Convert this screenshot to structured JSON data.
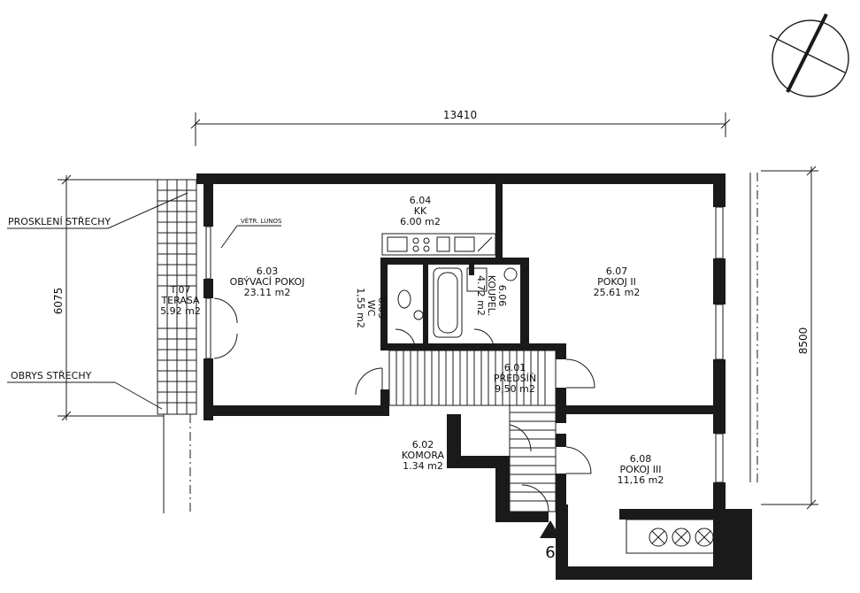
{
  "dimensions": {
    "width_total": "13410",
    "depth_right": "8500",
    "depth_left": "6075"
  },
  "annotations": {
    "roof_glazing": "PROSKLENÍ STŘECHY",
    "roof_outline": "OBRYS STŘECHY",
    "vent_skylight": "VĚTR. LUNOS"
  },
  "rooms": {
    "kk": {
      "number": "6.04",
      "name": "KK",
      "area": "6.00 m2"
    },
    "living": {
      "number": "6.03",
      "name": "OBÝVACÍ POKOJ",
      "area": "23.11 m2"
    },
    "terrace": {
      "number": "T.07",
      "name": "TERASA",
      "area": "5.92 m2"
    },
    "wc": {
      "number": "6.05",
      "name": "WC",
      "area": "1,55 m2"
    },
    "bath": {
      "number": "6.06",
      "name": "KOUPEL.",
      "area": "4.72 m2"
    },
    "room2": {
      "number": "6.07",
      "name": "POKOJ II",
      "area": "25.61 m2"
    },
    "hall": {
      "number": "6.01",
      "name": "PŘEDSÍŇ",
      "area": "9,50 m2"
    },
    "storage": {
      "number": "6.02",
      "name": "KOMORA",
      "area": "1.34 m2"
    },
    "room3": {
      "number": "6.08",
      "name": "POKOJ III",
      "area": "11,16 m2"
    }
  },
  "entrance": {
    "label": "6"
  }
}
